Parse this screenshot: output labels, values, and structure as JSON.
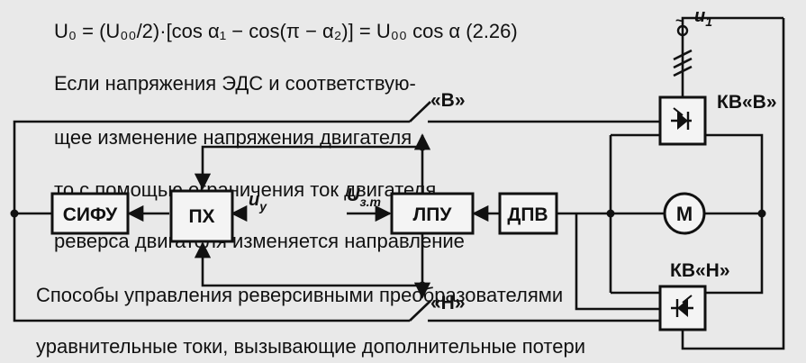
{
  "background_text": {
    "line1": "U₀ = (U₀₀/2)·[cos α₁ − cos(π − α₂)] = U₀₀ cos α (2.26)",
    "line2": "Если напряжения ЭДС и соответствую-",
    "line3": "щее изменение напряжения двигателя",
    "line4": "то с помощью ограничения ток двигателя",
    "line5": "реверса двигателя изменяется направление",
    "line6": "Способы управления реверсивными преобразователями",
    "line7": "уравнительные токи, вызывающие дополнительные потери"
  },
  "diagram": {
    "blocks": {
      "sifu": "СИФУ",
      "px": "ПХ",
      "lpu": "ЛПУ",
      "dpv": "ДПВ",
      "motor": "M"
    },
    "labels": {
      "contact_v": "«В»",
      "contact_n": "«Н»",
      "kv_v": "КВ«В»",
      "kv_n": "КВ«Н»",
      "u_y_main": "u",
      "u_y_sub": "у",
      "u_zt_main": "U",
      "u_zt_sub": "з.т",
      "u1_main": "u",
      "u1_sub": "1",
      "ac_symbol": "~"
    }
  }
}
